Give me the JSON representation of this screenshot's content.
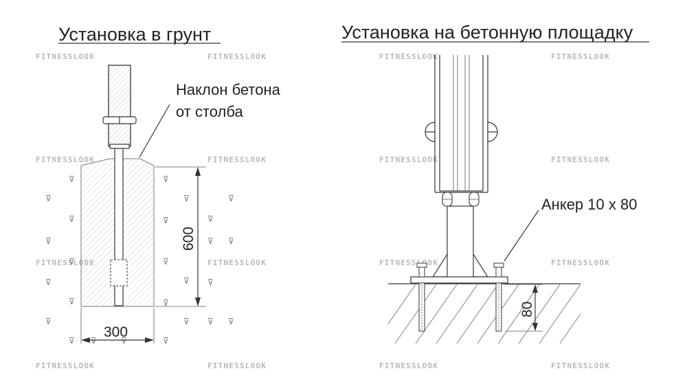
{
  "left_title": "Установка в грунт",
  "right_title": "Установка на бетонную площадку",
  "slope_label_line1": "Наклон бетона",
  "slope_label_line2": "от столба",
  "anchor_label": "Анкер 10 х 80",
  "dim_depth": "600",
  "dim_width": "300",
  "dim_anchor": "80",
  "watermark": "FITNESSLOOK"
}
